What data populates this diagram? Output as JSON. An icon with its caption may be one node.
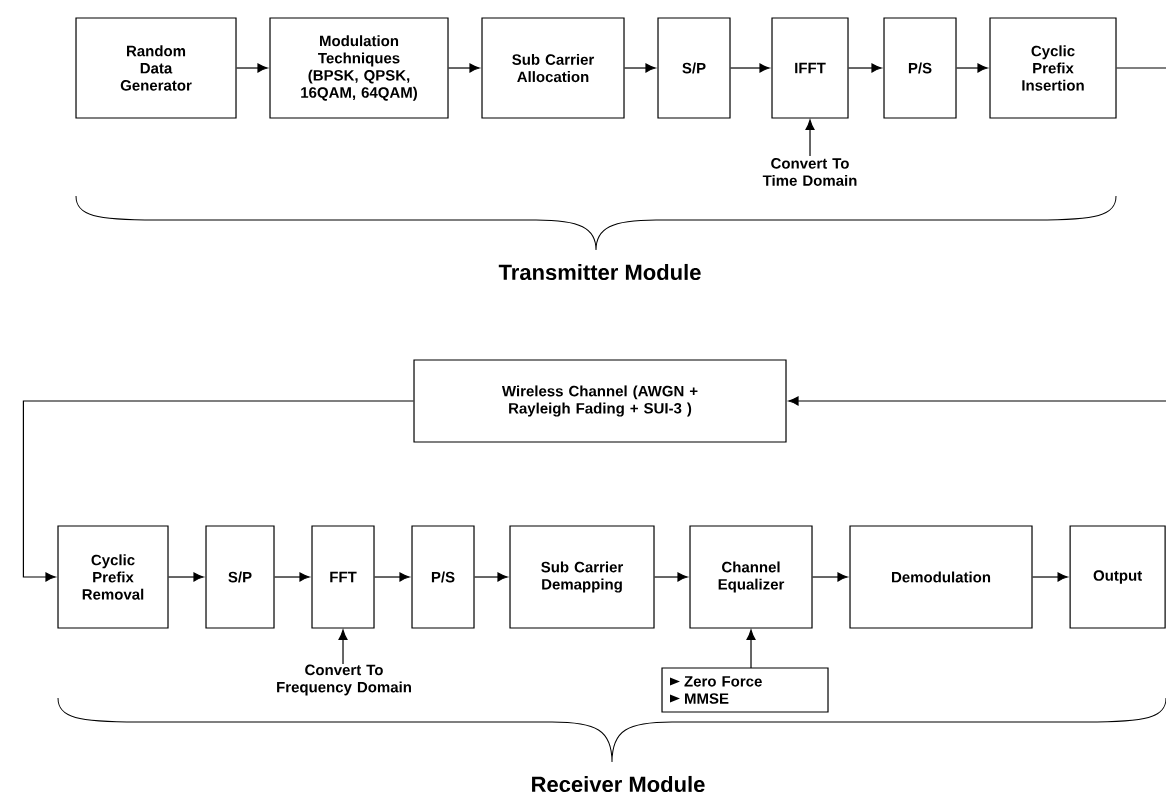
{
  "diagram": {
    "nodes": [
      {
        "text": [
          "Random Data Generator"
        ]
      },
      {
        "text": [
          "Modulation Techniques (BPSK, QPSK, 16QAM, 64QAM)"
        ]
      },
      {
        "text": [
          "Sub Carrier Allocation"
        ]
      },
      {
        "text": [
          "S/P"
        ]
      },
      {
        "text": [
          "IFFT"
        ]
      },
      {
        "text": [
          "P/S"
        ]
      },
      {
        "text": [
          "Cyclic Prefix Insertion"
        ]
      },
      {
        "text": [
          "Convert To Time Domain"
        ]
      },
      {
        "text": [
          "Wireless Channel (AWGN + Rayleigh Fading + SUI-3 )"
        ]
      },
      {
        "text": [
          "Cyclic Prefix Removal"
        ]
      },
      {
        "text": [
          "S/P"
        ]
      },
      {
        "text": [
          "FFT"
        ]
      },
      {
        "text": [
          "P/S"
        ]
      },
      {
        "text": [
          "Sub Carrier Demapping"
        ]
      },
      {
        "text": [
          "Channel Equalizer"
        ]
      },
      {
        "text": [
          "Demodulation"
        ]
      },
      {
        "text": [
          "Output"
        ]
      },
      {
        "text": [
          "Convert To Frequency Domain"
        ]
      },
      {
        "text": [
          "Zero Force",
          "MMSE"
        ]
      }
    ],
    "edges": [
      {
        "from": 0,
        "to": 1,
        "arrow": "to"
      },
      {
        "from": 1,
        "to": 2,
        "arrow": "to"
      },
      {
        "from": 2,
        "to": 3,
        "arrow": "to"
      },
      {
        "from": 3,
        "to": 4,
        "arrow": "to"
      },
      {
        "from": 4,
        "to": 5,
        "arrow": "to"
      },
      {
        "from": 5,
        "to": 6,
        "arrow": "to"
      },
      {
        "from": 6,
        "to": null,
        "arrow": "none"
      },
      {
        "from": 7,
        "to": 4,
        "arrow": "to"
      },
      {
        "from": null,
        "to": 8,
        "arrow": "to"
      },
      {
        "from": 8,
        "to": 9,
        "arrow": "to"
      },
      {
        "from": 9,
        "to": 10,
        "arrow": "to"
      },
      {
        "from": 10,
        "to": 11,
        "arrow": "to"
      },
      {
        "from": 11,
        "to": 12,
        "arrow": "to"
      },
      {
        "from": 12,
        "to": 13,
        "arrow": "to"
      },
      {
        "from": 13,
        "to": 14,
        "arrow": "to"
      },
      {
        "from": 14,
        "to": 15,
        "arrow": "to"
      },
      {
        "from": 15,
        "to": 16,
        "arrow": "to"
      },
      {
        "from": 17,
        "to": 11,
        "arrow": "to"
      },
      {
        "from": 18,
        "to": 14,
        "arrow": "to"
      }
    ],
    "labels": [
      "Transmitter Module",
      "Receiver Module"
    ]
  }
}
